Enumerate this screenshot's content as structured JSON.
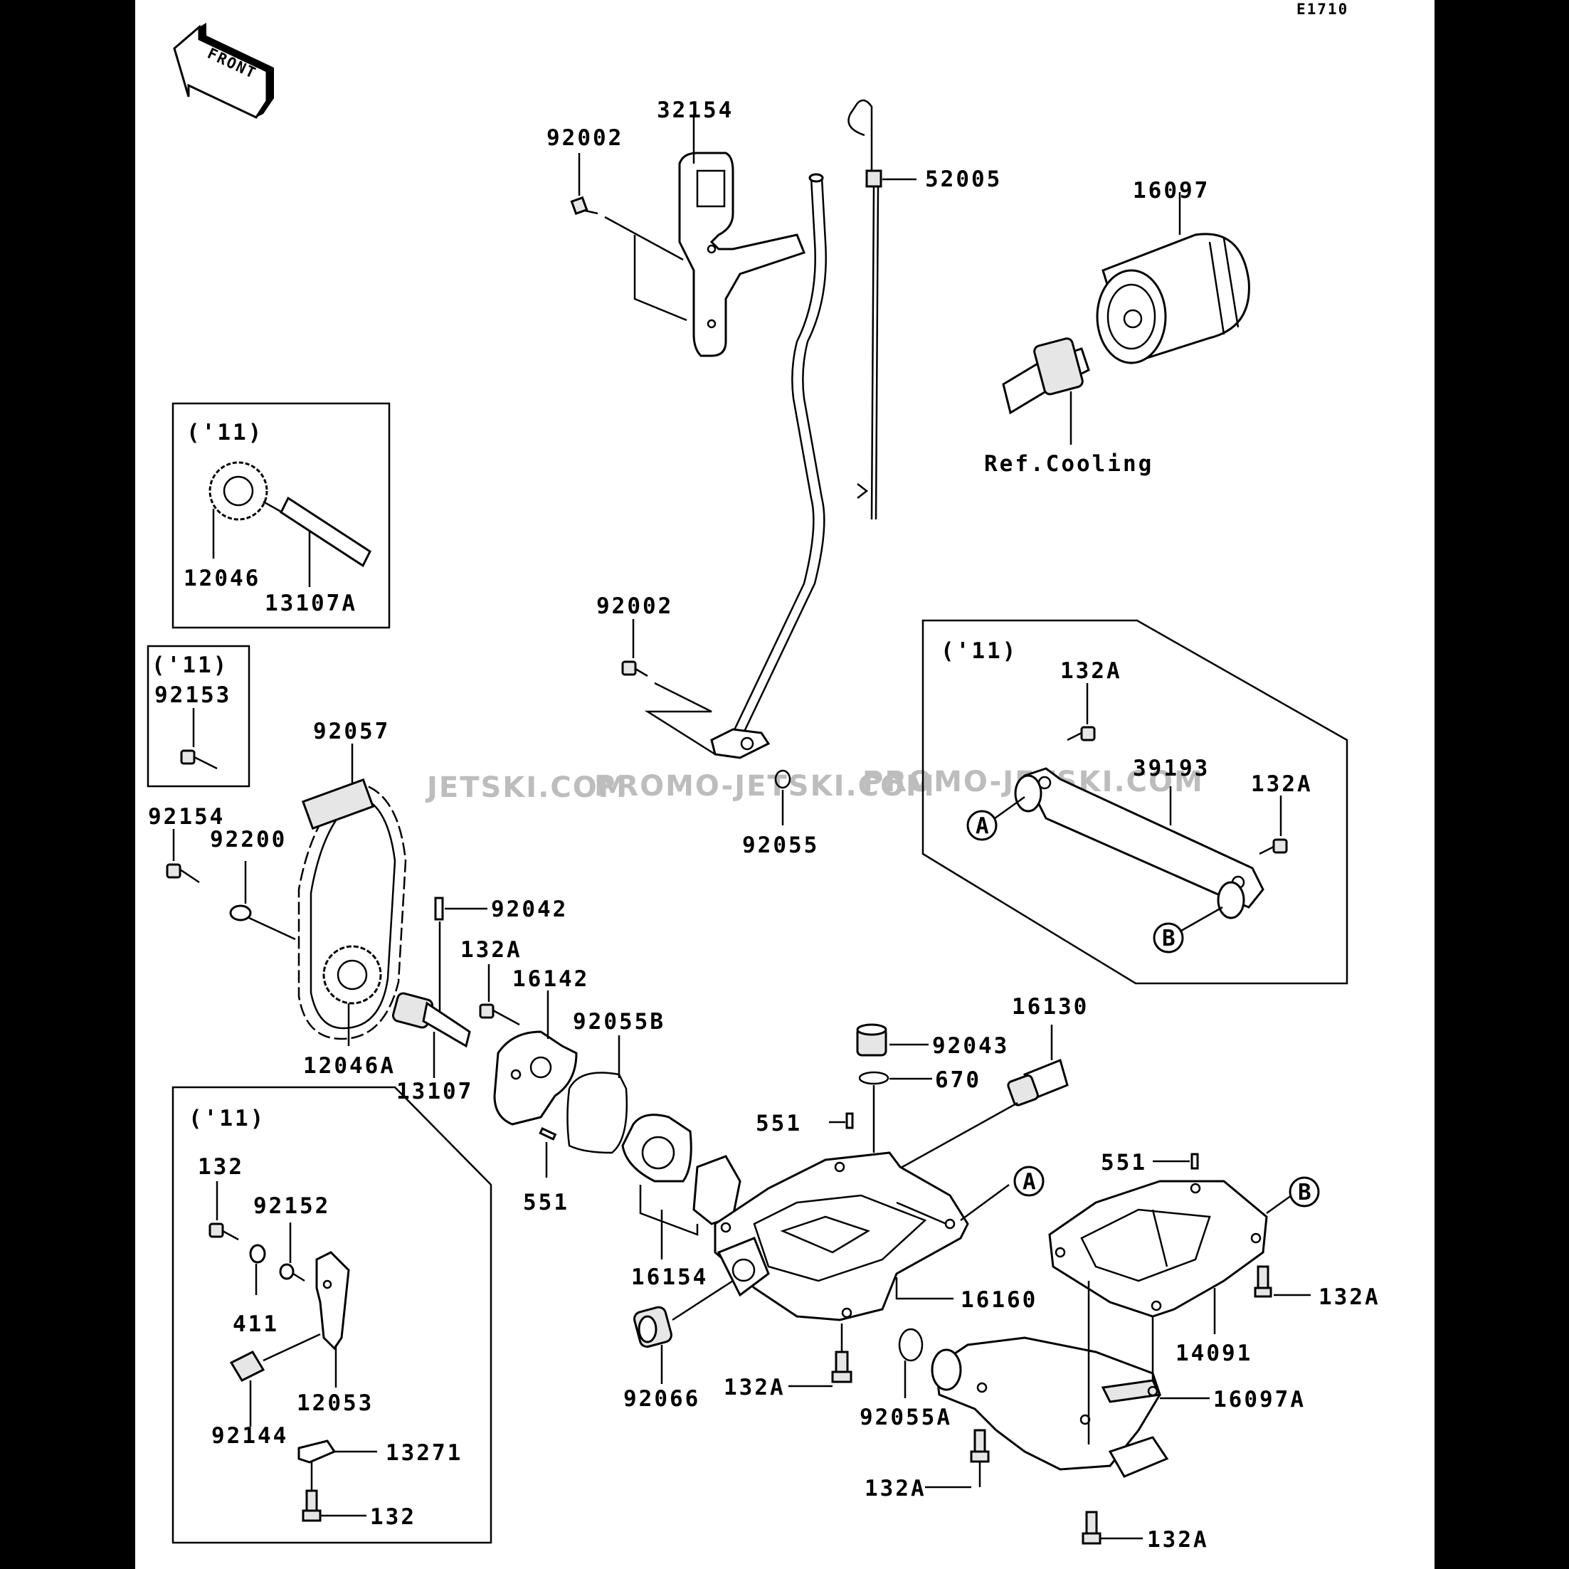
{
  "diagram": {
    "code": "E1710",
    "front_arrow": "FRONT",
    "watermarks": [
      "JETSKI.COM",
      "PROMO-JETSKI.COM",
      "PROMO-JETSKI.COM"
    ],
    "ref_note": "Ref.Cooling",
    "callouts": [
      "A",
      "B"
    ],
    "insets": {
      "gear_year": "('11)",
      "bolt_year": "('11)",
      "pipe_year": "('11)",
      "tensioner_year": "('11)"
    },
    "parts": {
      "p32154": "32154",
      "p92002_top": "92002",
      "p52005": "52005",
      "p16097": "16097",
      "p12046": "12046",
      "p13107A": "13107A",
      "p92153": "92153",
      "p92057": "92057",
      "p92154": "92154",
      "p92200": "92200",
      "p92002_mid": "92002",
      "p92055": "92055",
      "p132A_pipe_top": "132A",
      "p39193": "39193",
      "p132A_pipe_right": "132A",
      "p92042": "92042",
      "p132A_pump": "132A",
      "p16142": "16142",
      "p92055B": "92055B",
      "p12046A": "12046A",
      "p13107": "13107",
      "p16130": "16130",
      "p92043": "92043",
      "p670": "670",
      "p551_pump": "551",
      "p551_center": "551",
      "p551_right": "551",
      "p16154": "16154",
      "p16160": "16160",
      "p14091": "14091",
      "p132A_right": "132A",
      "p92066": "92066",
      "p132A_under": "132A",
      "p92055A": "92055A",
      "p16097A": "16097A",
      "p132A_bottom1": "132A",
      "p132A_bottom2": "132A",
      "p132_a": "132",
      "p92152": "92152",
      "p411": "411",
      "p12053": "12053",
      "p92144": "92144",
      "p13271": "13271",
      "p132_b": "132"
    }
  }
}
